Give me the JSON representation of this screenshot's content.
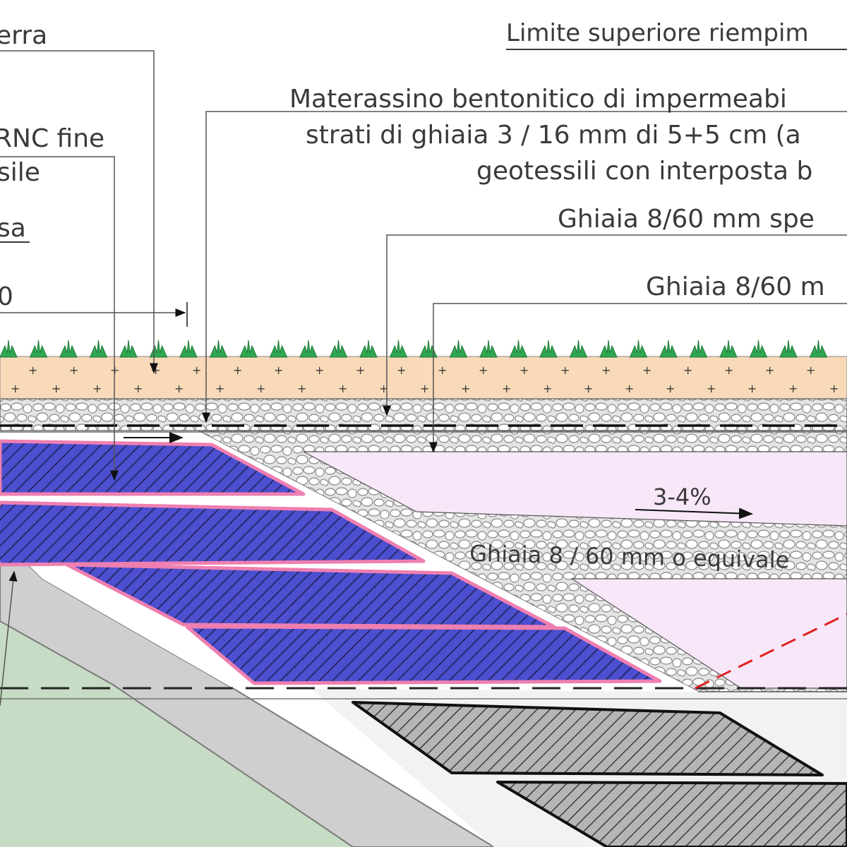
{
  "labels": {
    "terra": "erra",
    "rnc_fine": "RNC fine",
    "sile": "sile",
    "sa": "sa",
    "zero": "0",
    "limite": "Limite superiore riempim",
    "materassino_1": "Materassino bentonitico di impermeabi",
    "materassino_2": "strati di ghiaia 3 / 16 mm di 5+5 cm (a",
    "materassino_3": "geotessili con interposta b",
    "ghiaia_spe": "Ghiaia 8/60 mm spe",
    "ghiaia_m": "Ghiaia 8/60 m",
    "slope": "3-4%",
    "ghiaia_equiv": "Ghiaia 8 / 60 mm o equivale"
  },
  "colors": {
    "text": "#3a3a3a",
    "soil": "#f8d9b8",
    "grass": "#2fa650",
    "gravel_bg": "#e6e6e6",
    "waste_fill": "#4b4fd0",
    "waste_border": "#ee7fb0",
    "pink_fill": "#f7e7f8",
    "embankment": "#cfcfcf",
    "green_ground": "#c6dcc4",
    "old_cells": "#a9a9a9",
    "red_dash": "#e02020"
  }
}
